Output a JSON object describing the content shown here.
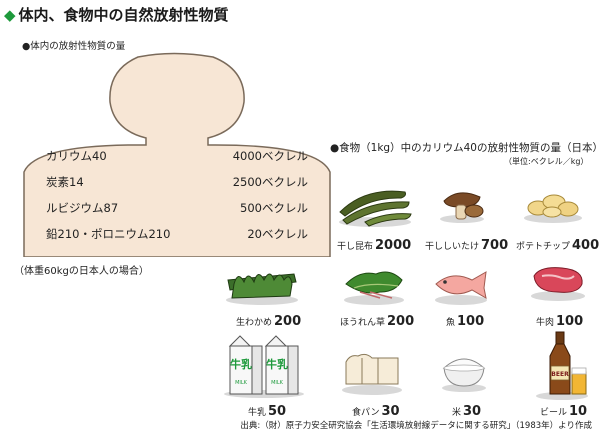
{
  "title": "体内、食物中の自然放射性物質",
  "body_section": {
    "heading": "●体内の放射性物質の量",
    "rows": [
      {
        "name": "カリウム40",
        "amount": "4000ベクレル"
      },
      {
        "name": "炭素14",
        "amount": "2500ベクレル"
      },
      {
        "name": "ルビジウム87",
        "amount": "500ベクレル"
      },
      {
        "name": "鉛210・ポロニウム210",
        "amount": "20ベクレル"
      }
    ],
    "note": "（体重60kgの日本人の場合）"
  },
  "food_section": {
    "heading": "●食物（1kg）中のカリウム40の放射性物質の量（日本）",
    "unit": "（単位:ベクレル／kg）",
    "items": [
      {
        "label": "干し昆布",
        "value": "2000",
        "icon": "kelp-icon"
      },
      {
        "label": "干ししいたけ",
        "value": "700",
        "icon": "mushroom-icon"
      },
      {
        "label": "ポテトチップ",
        "value": "400",
        "icon": "potato-chips-icon"
      },
      {
        "label": "生わかめ",
        "value": "200",
        "icon": "wakame-icon"
      },
      {
        "label": "ほうれん草",
        "value": "200",
        "icon": "spinach-icon"
      },
      {
        "label": "魚",
        "value": "100",
        "icon": "fish-icon"
      },
      {
        "label": "牛肉",
        "value": "100",
        "icon": "beef-icon"
      },
      {
        "label": "牛乳",
        "value": "50",
        "icon": "milk-icon"
      },
      {
        "label": "食パン",
        "value": "30",
        "icon": "bread-icon"
      },
      {
        "label": "米",
        "value": "30",
        "icon": "rice-icon"
      },
      {
        "label": "ビール",
        "value": "10",
        "icon": "beer-icon"
      }
    ],
    "milk_text": "牛乳",
    "milk_brand": "MILK",
    "beer_text": "BEER"
  },
  "source": "出典:（財）原子力安全研究協会「生活環境放射線データに関する研究」（1983年）より作成",
  "colors": {
    "accent": "#1e9a3c",
    "body": "#f7e6d5",
    "body_stroke": "#7a6a5a"
  }
}
